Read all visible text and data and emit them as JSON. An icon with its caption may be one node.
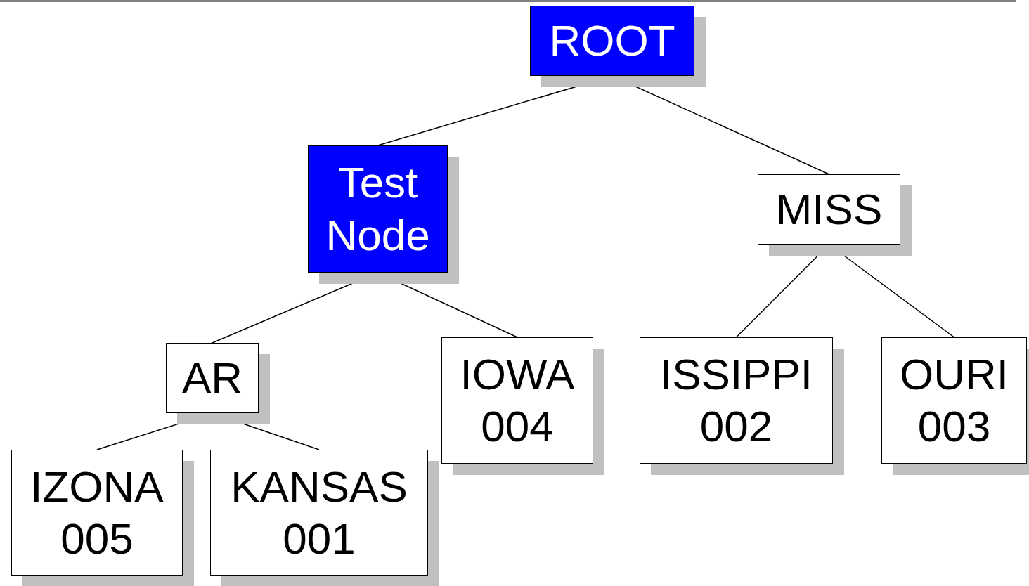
{
  "diagram": {
    "nodes": [
      {
        "text": [
          "ROOT"
        ]
      },
      {
        "text": [
          "Test Node"
        ]
      },
      {
        "text": [
          "MISS"
        ]
      },
      {
        "text": [
          "AR"
        ]
      },
      {
        "text": [
          "IOWA",
          "004"
        ]
      },
      {
        "text": [
          "ISSIPPI",
          "002"
        ]
      },
      {
        "text": [
          "OURI",
          "003"
        ]
      },
      {
        "text": [
          "IZONA",
          "005"
        ]
      },
      {
        "text": [
          "KANSAS",
          "001"
        ]
      }
    ],
    "edges": [
      {
        "from": 0,
        "to": 1,
        "arrow": "none"
      },
      {
        "from": 0,
        "to": 2,
        "arrow": "none"
      },
      {
        "from": 1,
        "to": 3,
        "arrow": "none"
      },
      {
        "from": 1,
        "to": 4,
        "arrow": "none"
      },
      {
        "from": 2,
        "to": 5,
        "arrow": "none"
      },
      {
        "from": 2,
        "to": 6,
        "arrow": "none"
      },
      {
        "from": 3,
        "to": 7,
        "arrow": "none"
      },
      {
        "from": 3,
        "to": 8,
        "arrow": "none"
      }
    ]
  }
}
